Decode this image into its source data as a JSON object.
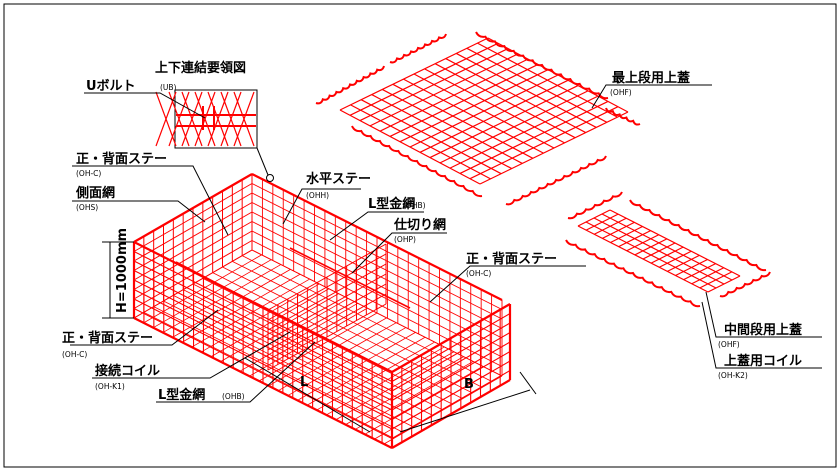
{
  "inset_title": "上下連結要領図",
  "labels": {
    "u_bolt": "Uボルト",
    "u_bolt_code": "(UB)",
    "top_lid": "最上段用上蓋",
    "top_lid_code": "(OHF)",
    "front_stay_1": "正・背面ステー",
    "front_stay_1_code": "(OH-C)",
    "horizontal_stay": "水平ステー",
    "horizontal_stay_code": "(OHH)",
    "side_mesh": "側面網",
    "side_mesh_code": "(OHS)",
    "l_mesh_1": "L型金網",
    "l_mesh_1_code": "(OHB)",
    "partition": "仕切り網",
    "partition_code": "(OHP)",
    "height": "H=1000mm",
    "front_stay_2": "正・背面ステー",
    "front_stay_2_code": "(OH-C)",
    "front_stay_3": "正・背面ステー",
    "front_stay_3_code": "(OH-C)",
    "coil": "接続コイル",
    "coil_code": "(OH-K1)",
    "l_mesh_2": "L型金網",
    "l_mesh_2_code": "(OHB)",
    "dim_l": "L",
    "dim_b": "B",
    "mid_lid": "中間段用上蓋",
    "mid_lid_code": "(OHF)",
    "lid_coil": "上蓋用コイル",
    "lid_coil_code": "(OH-K2)"
  },
  "colors": {
    "mesh": "#ff0000",
    "ink": "#000000",
    "background": "#ffffff"
  }
}
